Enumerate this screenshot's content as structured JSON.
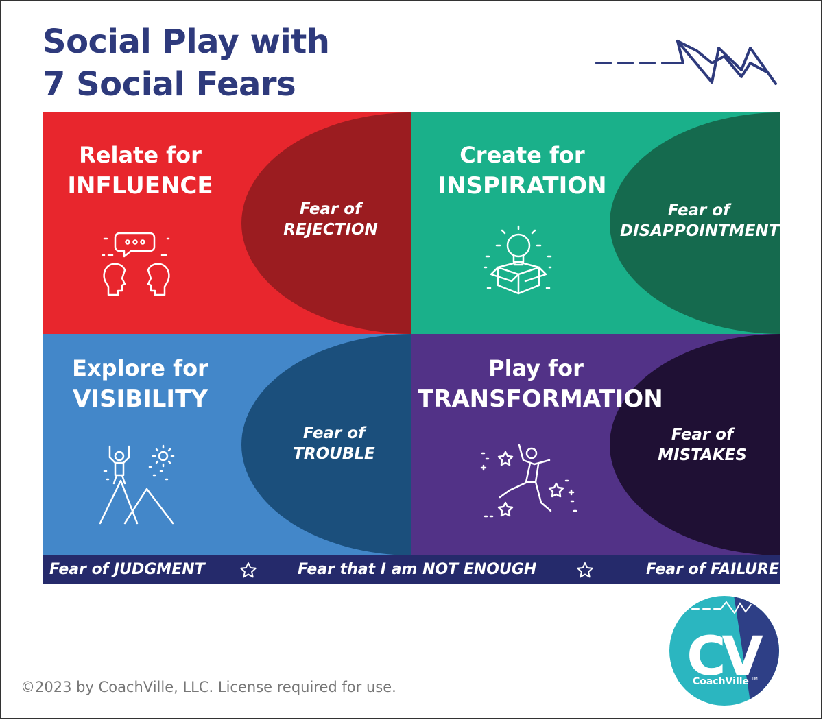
{
  "title": {
    "line1": "Social Play with",
    "line2": "7 Social Fears"
  },
  "quadrants": {
    "relate": {
      "line1": "Relate for",
      "line2": "INFLUENCE",
      "fear_l1": "Fear of",
      "fear_l2": "REJECTION",
      "icon": "two-heads-talking-icon"
    },
    "create": {
      "line1": "Create for",
      "line2": "INSPIRATION",
      "fear_l1": "Fear of",
      "fear_l2": "DISAPPOINTMENT",
      "icon": "lightbulb-box-icon"
    },
    "explore": {
      "line1": "Explore for",
      "line2": "VISIBILITY",
      "fear_l1": "Fear of",
      "fear_l2": "TROUBLE",
      "icon": "mountain-climber-icon"
    },
    "play": {
      "line1": "Play for",
      "line2": "TRANSFORMATION",
      "fear_l1": "Fear of",
      "fear_l2": "MISTAKES",
      "icon": "dancing-person-stars-icon"
    }
  },
  "bottom_bar": {
    "left": "Fear of JUDGMENT",
    "center": "Fear that I am NOT ENOUGH",
    "right": "Fear of FAILURE"
  },
  "copyright": "©2023 by CoachVille, LLC. License required for use.",
  "logo": {
    "letters": "CV",
    "name": "CoachVille",
    "tm": "TM"
  },
  "colors": {
    "title": "#2e3a7c",
    "relate": "#e8262d",
    "relate_dark": "#9b1c20",
    "create": "#1ab08a",
    "create_dark": "#156a4e",
    "explore": "#4387c9",
    "explore_dark": "#1b4f7c",
    "play": "#523287",
    "play_dark": "#1f1034",
    "bar": "#252a6b",
    "logo_teal": "#2bb6c0",
    "logo_navy": "#2e3f86"
  }
}
